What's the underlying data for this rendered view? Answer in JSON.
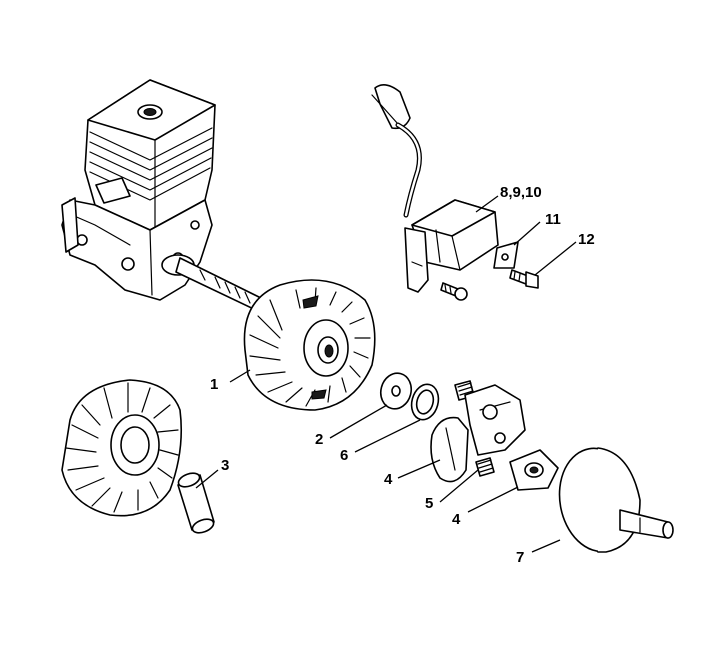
{
  "callouts": {
    "c1": "1",
    "c2": "2",
    "c3": "3",
    "c4a": "4",
    "c4b": "4",
    "c5": "5",
    "c6": "6",
    "c7": "7",
    "c8910": "8,9,10",
    "c11": "11",
    "c12": "12"
  }
}
